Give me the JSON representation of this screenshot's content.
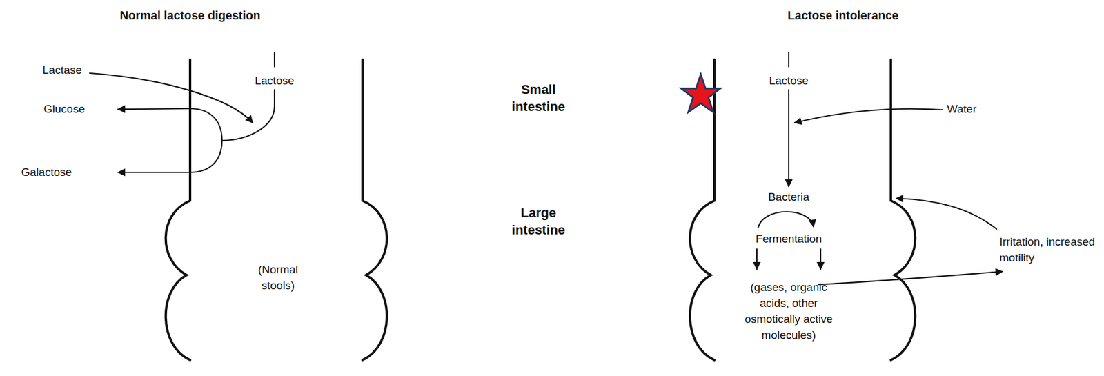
{
  "diagram": {
    "labels": [
      "Normal lactose digestion",
      "Lactose intolerance",
      "Lactase",
      "Lactose",
      "Glucose",
      "Galactose",
      "Small intestine",
      "Lactose",
      "Water",
      "Large intestine",
      "(Normal stools)",
      "Bacteria",
      "Fermentation",
      "Irritation, increased motility",
      "(gases, organic acids, other osmotically active molecules)"
    ]
  }
}
